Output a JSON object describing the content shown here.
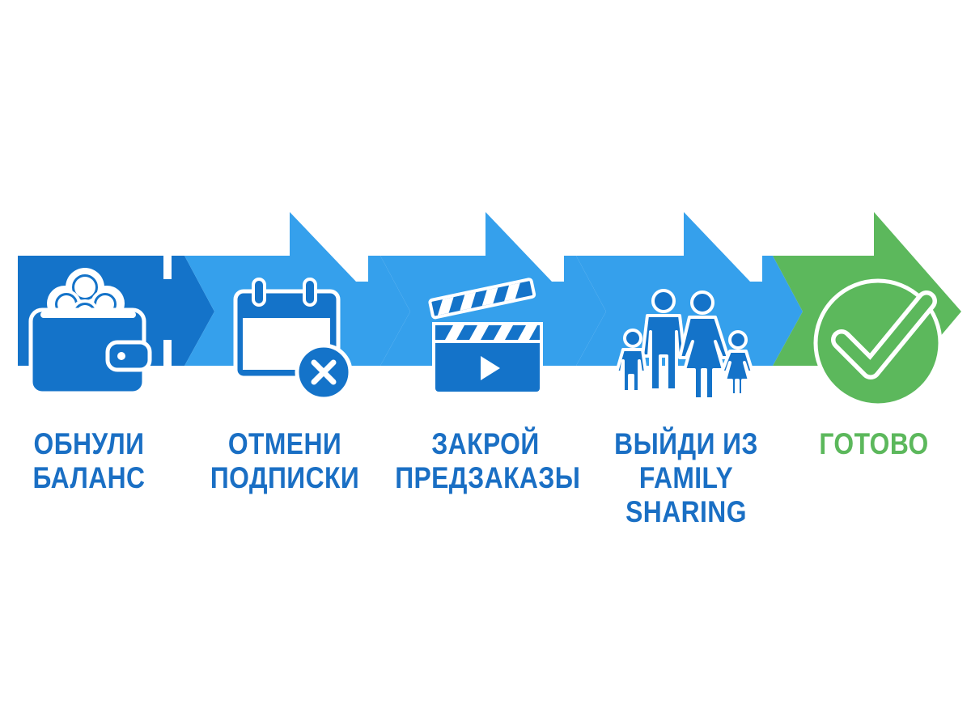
{
  "colors": {
    "dark_blue": "#1473c9",
    "light_blue": "#35a0ec",
    "green": "#5cb85c",
    "text_blue": "#1a6fc4"
  },
  "steps": [
    {
      "icon": "wallet-icon",
      "lines": [
        "ОБНУЛИ",
        "БАЛАНС"
      ]
    },
    {
      "icon": "calendar-cancel-icon",
      "lines": [
        "ОТМЕНИ",
        "ПОДПИСКИ"
      ]
    },
    {
      "icon": "clapperboard-icon",
      "lines": [
        "ЗАКРОЙ",
        "ПРЕДЗАКАЗЫ"
      ]
    },
    {
      "icon": "family-icon",
      "lines": [
        "ВЫЙДИ ИЗ",
        "FAMILY",
        "SHARING"
      ]
    },
    {
      "icon": "checkmark-circle-icon",
      "lines": [
        "ГОТОВО"
      ]
    }
  ]
}
